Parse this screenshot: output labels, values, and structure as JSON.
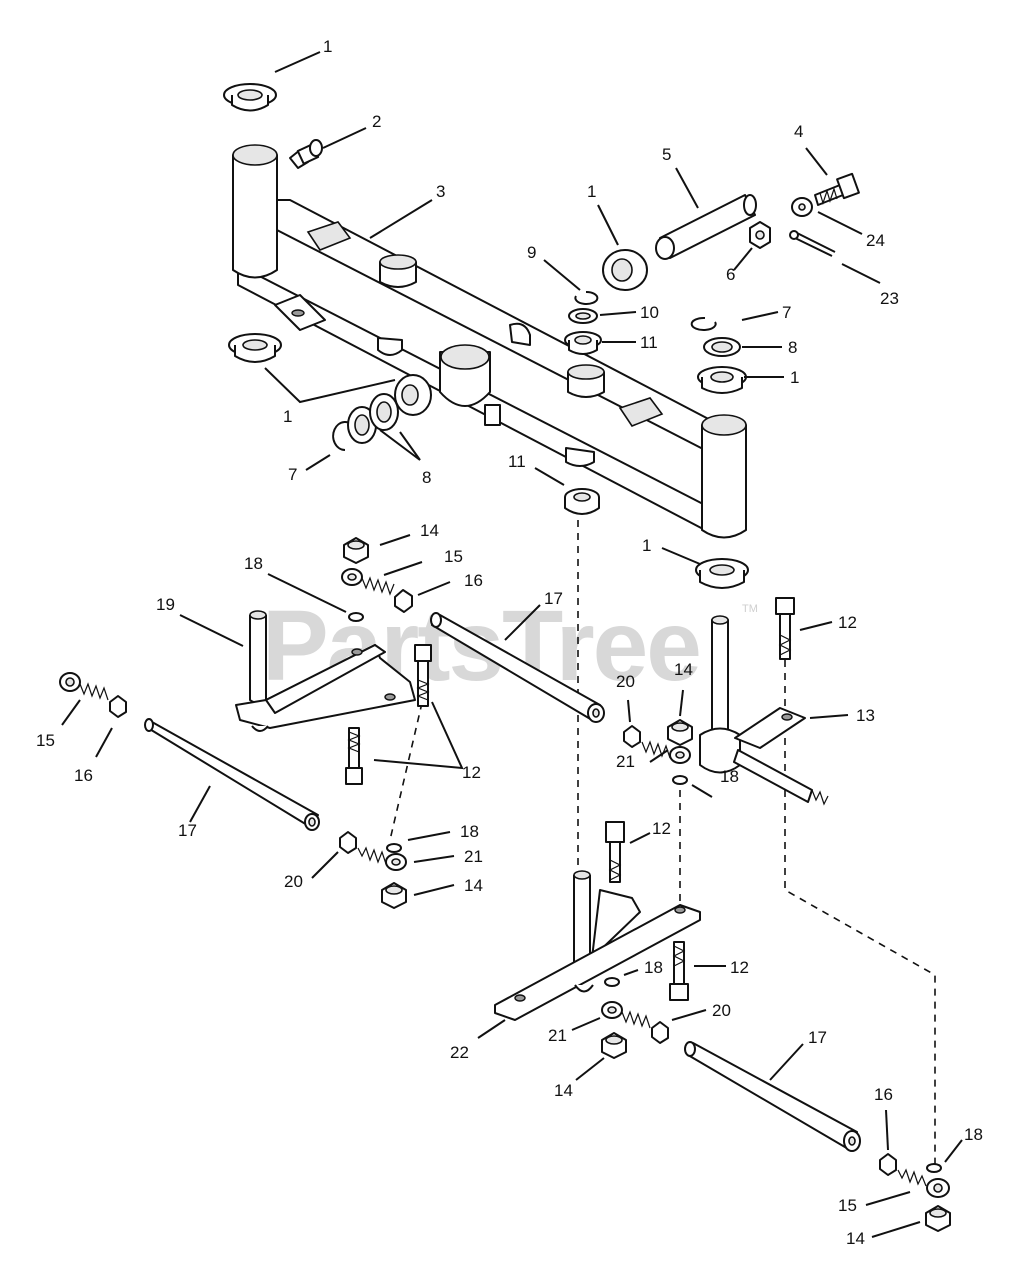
{
  "watermark": {
    "text": "PartsTree",
    "mark": "TM"
  },
  "callouts": {
    "c1a": "1",
    "c2": "2",
    "c3": "3",
    "c4": "4",
    "c5": "5",
    "c1b": "1",
    "c9": "9",
    "c6": "6",
    "c24": "24",
    "c23": "23",
    "c10": "10",
    "c11a": "11",
    "c7a": "7",
    "c8a": "8",
    "c1c": "1",
    "c1d": "1",
    "c7b": "7",
    "c8b": "8",
    "c11b": "11",
    "c1e": "1",
    "c14a": "14",
    "c15a": "15",
    "c16a": "16",
    "c18a": "18",
    "c19": "19",
    "c17a": "17",
    "c12a": "12",
    "c14b": "14",
    "c20a": "20",
    "c13": "13",
    "c15b": "15",
    "c16b": "16",
    "c12b": "12",
    "c17b": "17",
    "c21a": "21",
    "c18b": "18",
    "c12c": "12",
    "c18c": "18",
    "c20b": "20",
    "c21b": "21",
    "c14c": "14",
    "c18d": "18",
    "c12d": "12",
    "c22": "22",
    "c21c": "21",
    "c20c": "20",
    "c17c": "17",
    "c14d": "14",
    "c16c": "16",
    "c18e": "18",
    "c15c": "15",
    "c14e": "14"
  }
}
